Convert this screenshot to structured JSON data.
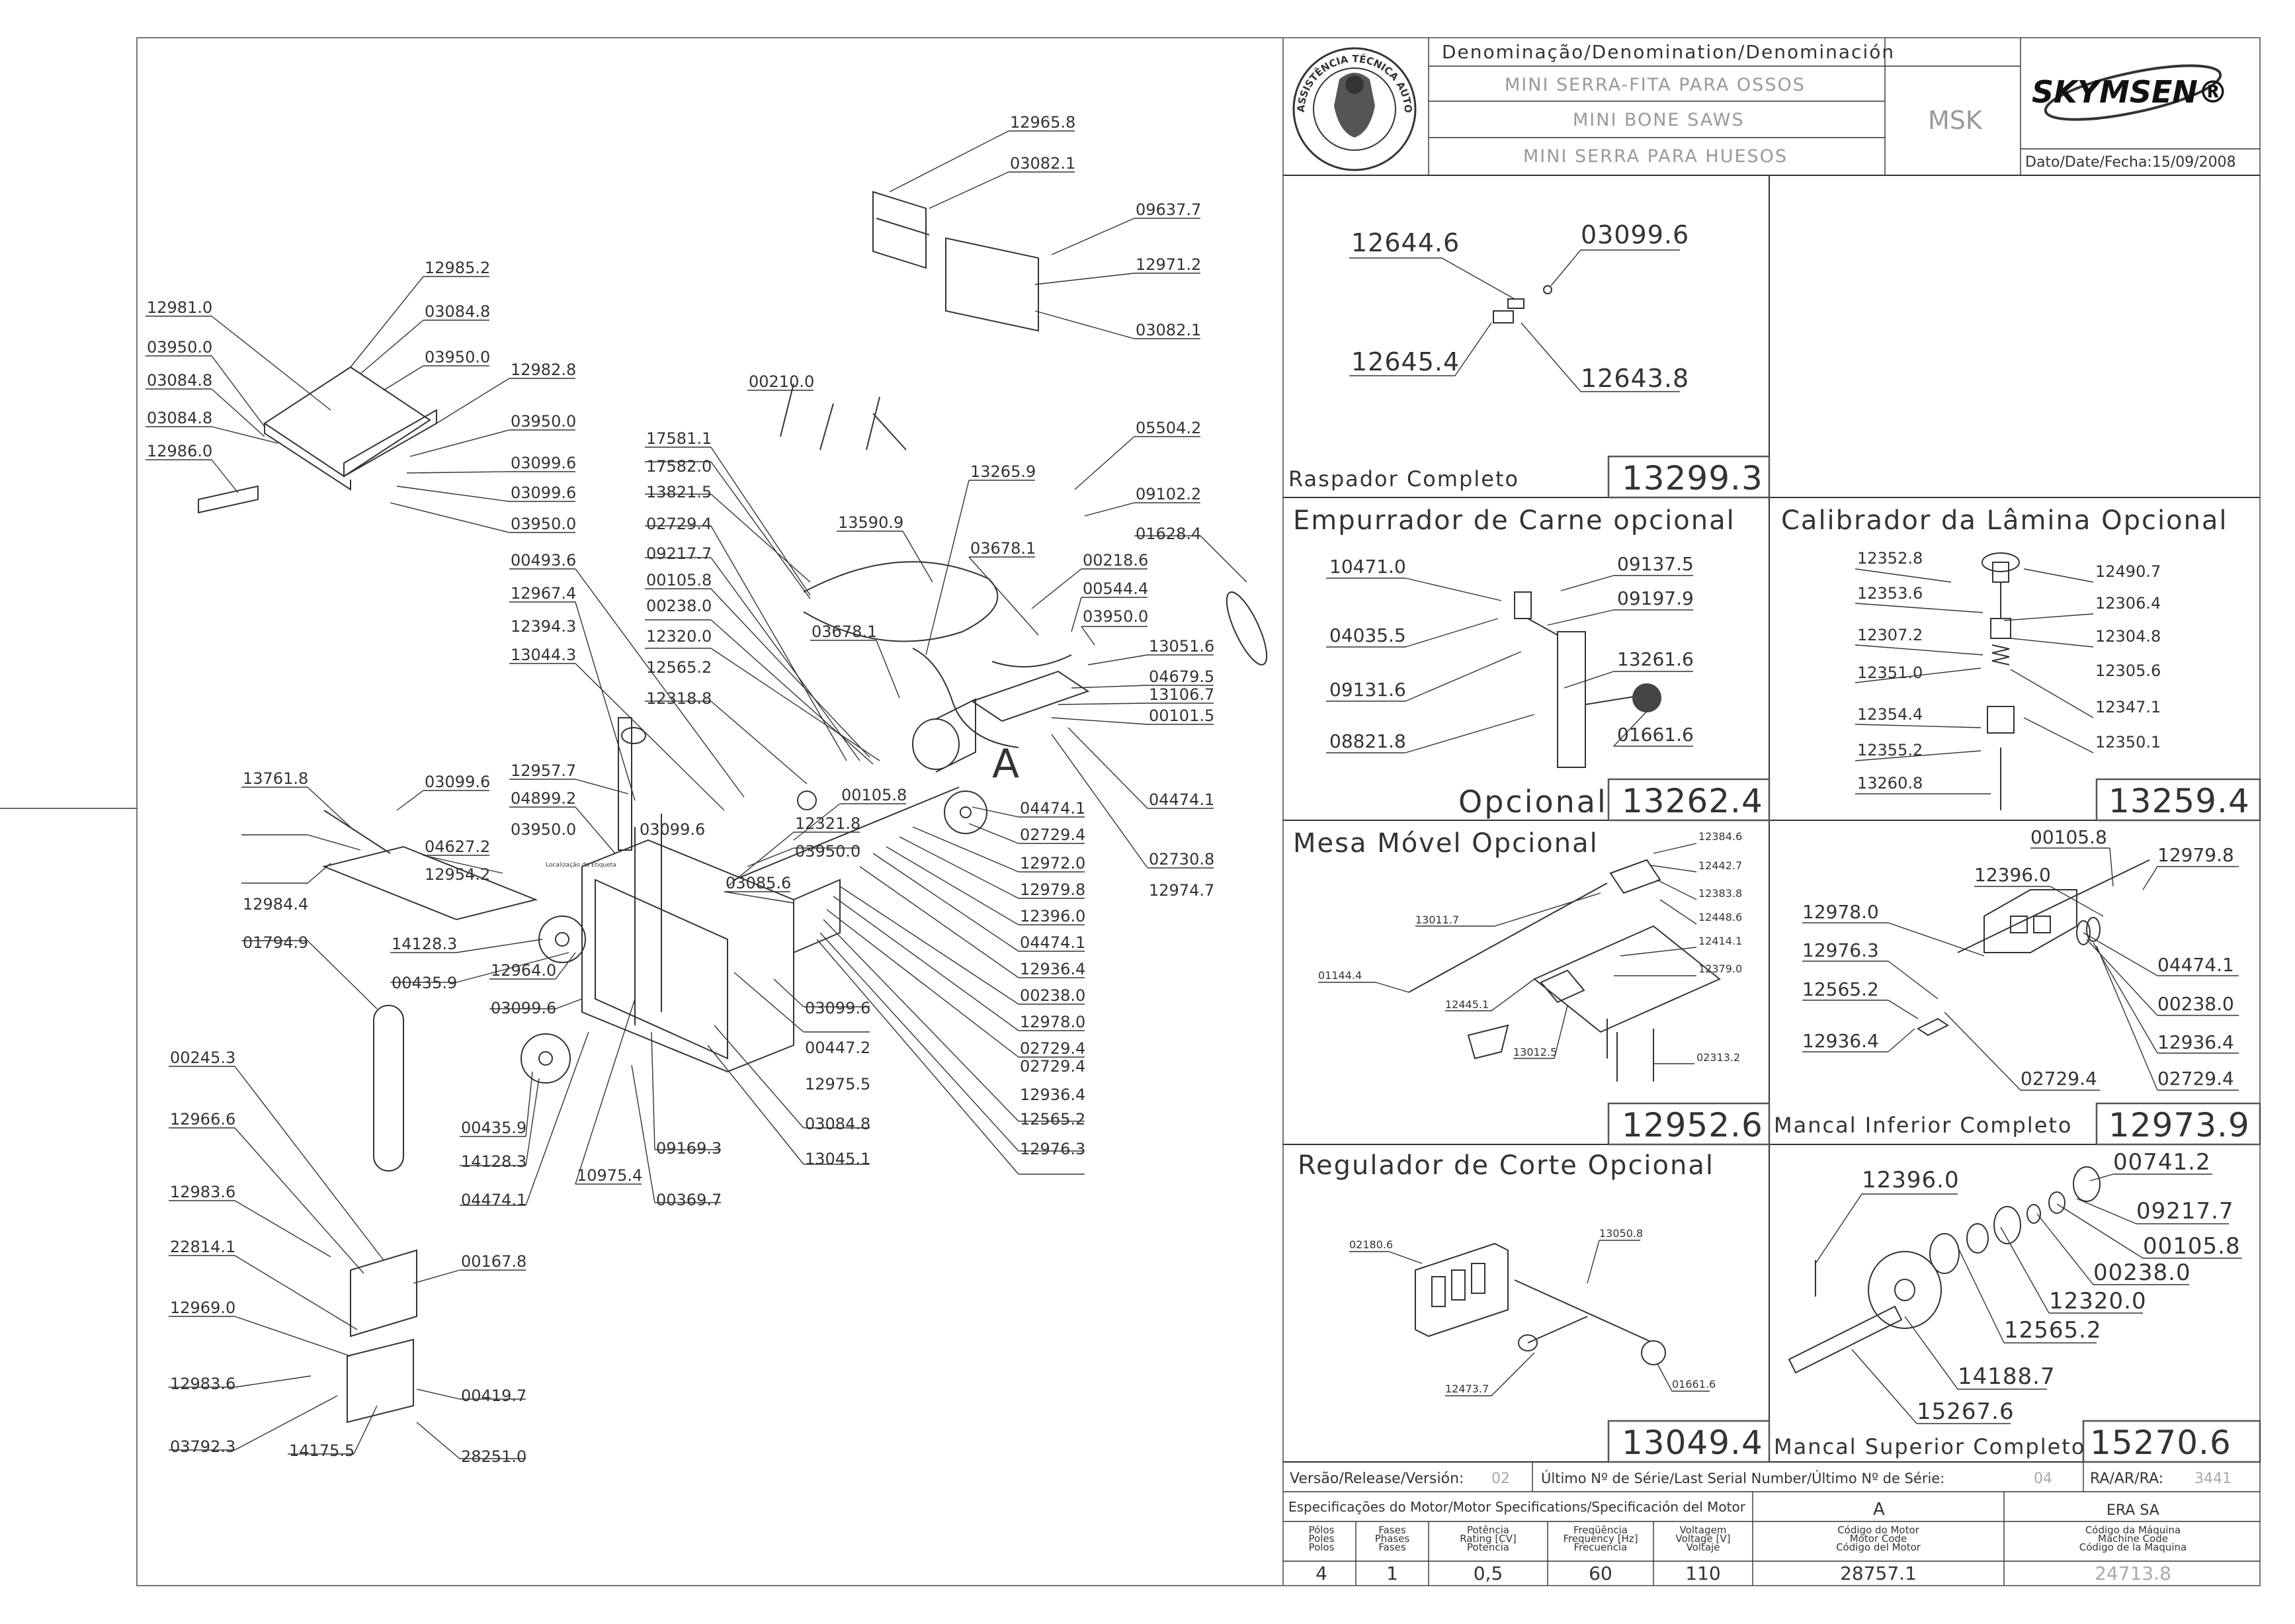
{
  "header": {
    "denomination_label": "Denominação/Denomination/Denominación",
    "name_pt": "MINI SERRA-FITA PARA OSSOS",
    "name_en": "MINI BONE SAWS",
    "name_es": "MINI SERRA PARA HUESOS",
    "model": "MSK",
    "brand": "SKYMSEN®",
    "date": "Dato/Date/Fecha:15/09/2008",
    "seal_text": "ASSISTÊNCIA TÉCNICA AUTORIZADA"
  },
  "main_callouts": [
    {
      "id": "m1",
      "text": "12965.8"
    },
    {
      "id": "m2",
      "text": "03082.1"
    },
    {
      "id": "m3",
      "text": "09637.7"
    },
    {
      "id": "m4",
      "text": "12971.2"
    },
    {
      "id": "m5",
      "text": "03082.1"
    },
    {
      "id": "m6",
      "text": "12985.2"
    },
    {
      "id": "m7",
      "text": "12981.0"
    },
    {
      "id": "m8",
      "text": "03084.8"
    },
    {
      "id": "m9",
      "text": "03950.0"
    },
    {
      "id": "m10",
      "text": "03950.0"
    },
    {
      "id": "m11",
      "text": "03084.8"
    },
    {
      "id": "m12",
      "text": "12982.8"
    },
    {
      "id": "m13",
      "text": "03084.8"
    },
    {
      "id": "m14",
      "text": "03950.0"
    },
    {
      "id": "m15",
      "text": "12986.0"
    },
    {
      "id": "m16",
      "text": "03099.6"
    },
    {
      "id": "m17",
      "text": "03099.6"
    },
    {
      "id": "m18",
      "text": "03950.0"
    },
    {
      "id": "m19",
      "text": "00210.0"
    },
    {
      "id": "m20",
      "text": "05504.2"
    },
    {
      "id": "m21",
      "text": "17581.1"
    },
    {
      "id": "m22",
      "text": "17582.0"
    },
    {
      "id": "m23",
      "text": "13265.9"
    },
    {
      "id": "m24",
      "text": "13821.5"
    },
    {
      "id": "m25",
      "text": "09102.2"
    },
    {
      "id": "m26",
      "text": "13590.9"
    },
    {
      "id": "m27",
      "text": "02729.4"
    },
    {
      "id": "m28",
      "text": "01628.4"
    },
    {
      "id": "m29",
      "text": "09217.7"
    },
    {
      "id": "m30",
      "text": "03678.1"
    },
    {
      "id": "m31",
      "text": "00493.6"
    },
    {
      "id": "m32",
      "text": "00218.6"
    },
    {
      "id": "m33",
      "text": "00105.8"
    },
    {
      "id": "m34",
      "text": "12967.4"
    },
    {
      "id": "m35",
      "text": "00238.0"
    },
    {
      "id": "m36",
      "text": "00544.4"
    },
    {
      "id": "m37",
      "text": "03950.0"
    },
    {
      "id": "m38",
      "text": "12394.3"
    },
    {
      "id": "m39",
      "text": "12320.0"
    },
    {
      "id": "m40",
      "text": "03678.1"
    },
    {
      "id": "m41",
      "text": "13051.6"
    },
    {
      "id": "m42",
      "text": "13044.3"
    },
    {
      "id": "m43",
      "text": "12565.2"
    },
    {
      "id": "m44",
      "text": "04679.5"
    },
    {
      "id": "m45",
      "text": "13106.7"
    },
    {
      "id": "m46",
      "text": "12318.8"
    },
    {
      "id": "m47",
      "text": "00101.5"
    },
    {
      "id": "m48",
      "text": "13761.8"
    },
    {
      "id": "m49",
      "text": "03099.6"
    },
    {
      "id": "m50",
      "text": "12957.7"
    },
    {
      "id": "m51",
      "text": "04899.2"
    },
    {
      "id": "m52",
      "text": "03099.6"
    },
    {
      "id": "m53",
      "text": "12321.8"
    },
    {
      "id": "m54",
      "text": "00105.8"
    },
    {
      "id": "m55",
      "text": "04474.1"
    },
    {
      "id": "m56",
      "text": "04474.1"
    },
    {
      "id": "m57",
      "text": "03950.0"
    },
    {
      "id": "m58",
      "text": "02729.4"
    },
    {
      "id": "m59",
      "text": "02730.8"
    },
    {
      "id": "m60",
      "text": "04627.2"
    },
    {
      "id": "m61",
      "text": "03950.0"
    },
    {
      "id": "m62",
      "text": "12972.0"
    },
    {
      "id": "m63",
      "text": "12974.7"
    },
    {
      "id": "m64",
      "text": "12954.2"
    },
    {
      "id": "m65",
      "text": "03085.6"
    },
    {
      "id": "m66",
      "text": "12979.8"
    },
    {
      "id": "m67",
      "text": "12984.4"
    },
    {
      "id": "m68",
      "text": "12396.0"
    },
    {
      "id": "m69",
      "text": "14128.3"
    },
    {
      "id": "m70",
      "text": "04474.1"
    },
    {
      "id": "m71",
      "text": "01794.9"
    },
    {
      "id": "m72",
      "text": "12964.0"
    },
    {
      "id": "m73",
      "text": "00435.9"
    },
    {
      "id": "m74",
      "text": "12936.4"
    },
    {
      "id": "m75",
      "text": "03099.6"
    },
    {
      "id": "m76",
      "text": "00238.0"
    },
    {
      "id": "m77",
      "text": "03099.6"
    },
    {
      "id": "m78",
      "text": "12978.0"
    },
    {
      "id": "m79",
      "text": "00447.2"
    },
    {
      "id": "m80",
      "text": "02729.4"
    },
    {
      "id": "m81",
      "text": "00245.3"
    },
    {
      "id": "m82",
      "text": "02729.4"
    },
    {
      "id": "m83",
      "text": "12975.5"
    },
    {
      "id": "m84",
      "text": "12936.4"
    },
    {
      "id": "m85",
      "text": "12966.6"
    },
    {
      "id": "m86",
      "text": "00435.9"
    },
    {
      "id": "m87",
      "text": "12565.2"
    },
    {
      "id": "m88",
      "text": "03084.8"
    },
    {
      "id": "m89",
      "text": "09169.3"
    },
    {
      "id": "m90",
      "text": "12976.3"
    },
    {
      "id": "m91",
      "text": "14128.3"
    },
    {
      "id": "m92",
      "text": "13045.1"
    },
    {
      "id": "m93",
      "text": "10975.4"
    },
    {
      "id": "m94",
      "text": "04474.1"
    },
    {
      "id": "m95",
      "text": "00369.7"
    },
    {
      "id": "m96",
      "text": "12983.6"
    },
    {
      "id": "m97",
      "text": "22814.1"
    },
    {
      "id": "m98",
      "text": "00167.8"
    },
    {
      "id": "m99",
      "text": "12969.0"
    },
    {
      "id": "m100",
      "text": "12983.6"
    },
    {
      "id": "m101",
      "text": "00419.7"
    },
    {
      "id": "m102",
      "text": "03792.3"
    },
    {
      "id": "m103",
      "text": "14175.5"
    },
    {
      "id": "m104",
      "text": "28251.0"
    },
    {
      "id": "m105",
      "text": "A"
    },
    {
      "id": "m106",
      "text": "Localização da Etiqueta"
    }
  ],
  "panels": {
    "raspador": {
      "title": "Raspador Completo",
      "code": "13299.3",
      "callouts": [
        "12644.6",
        "03099.6",
        "12645.4",
        "12643.8"
      ]
    },
    "empurrador": {
      "title": "Empurrador de Carne opcional",
      "footer": "Opcional",
      "code": "13262.4",
      "callouts": [
        "10471.0",
        "09137.5",
        "09197.9",
        "04035.5",
        "13261.6",
        "09131.6",
        "01661.6",
        "08821.8"
      ]
    },
    "calibrador": {
      "title": "Calibrador da Lâmina Opcional",
      "code": "13259.4",
      "callouts": [
        "12352.8",
        "12490.7",
        "12353.6",
        "12306.4",
        "12307.2",
        "12304.8",
        "12351.0",
        "12305.6",
        "12347.1",
        "12354.4",
        "12350.1",
        "12355.2",
        "13260.8"
      ]
    },
    "mesa": {
      "title": "Mesa Móvel Opcional",
      "code": "12952.6",
      "callouts": [
        "12384.6",
        "12442.7",
        "12383.8",
        "13011.7",
        "12448.6",
        "12414.1",
        "01144.4",
        "12379.0",
        "12445.1",
        "13012.5",
        "02313.2"
      ]
    },
    "mancal_inferior": {
      "title": "Mancal Inferior Completo",
      "code": "12973.9",
      "callouts": [
        "00105.8",
        "12979.8",
        "12396.0",
        "12978.0",
        "04474.1",
        "12976.3",
        "00238.0",
        "12565.2",
        "12936.4",
        "12936.4",
        "02729.4",
        "02729.4"
      ]
    },
    "regulador": {
      "title": "Regulador de Corte Opcional",
      "code": "13049.4",
      "callouts": [
        "13050.8",
        "02180.6",
        "12473.7",
        "01661.6"
      ]
    },
    "mancal_superior": {
      "title": "Mancal Superior Completo",
      "code": "15270.6",
      "callouts": [
        "12396.0",
        "00741.2",
        "09217.7",
        "00105.8",
        "00238.0",
        "12320.0",
        "12565.2",
        "14188.7",
        "15267.6"
      ]
    }
  },
  "footer": {
    "version_label": "Versão/Release/Versión:",
    "version": "02",
    "serial_label": "Último Nº de Série/Last Serial Number/Último Nº de Série:",
    "serial": "04",
    "ra_label": "RA/AR/RA:",
    "ra": "3441",
    "motor_spec_label": "Especificações do Motor/Motor Specifications/Specificación del Motor",
    "motor_col": "A",
    "maker": "ERA SA",
    "poles_label": "Pólos\nPoles\nPolos",
    "phases_label": "Fases\nPhases\nFases",
    "power_label": "Potência\nRating [CV]\nPotencia",
    "freq_label": "Freqüência\nFrequency [Hz]\nFrecuencia",
    "voltage_label": "Voltagem\nVoltage [V]\nVoltaje",
    "motor_code_label": "Código do Motor\nMotor Code\nCódigo del Motor",
    "machine_code_label": "Código da Máquina\nMachine Code\nCódigo de la Maquina",
    "poles": "4",
    "phases": "1",
    "power": "0,5",
    "frequency": "60",
    "voltage": "110",
    "motor_code": "28757.1",
    "machine_code": "24713.8"
  }
}
